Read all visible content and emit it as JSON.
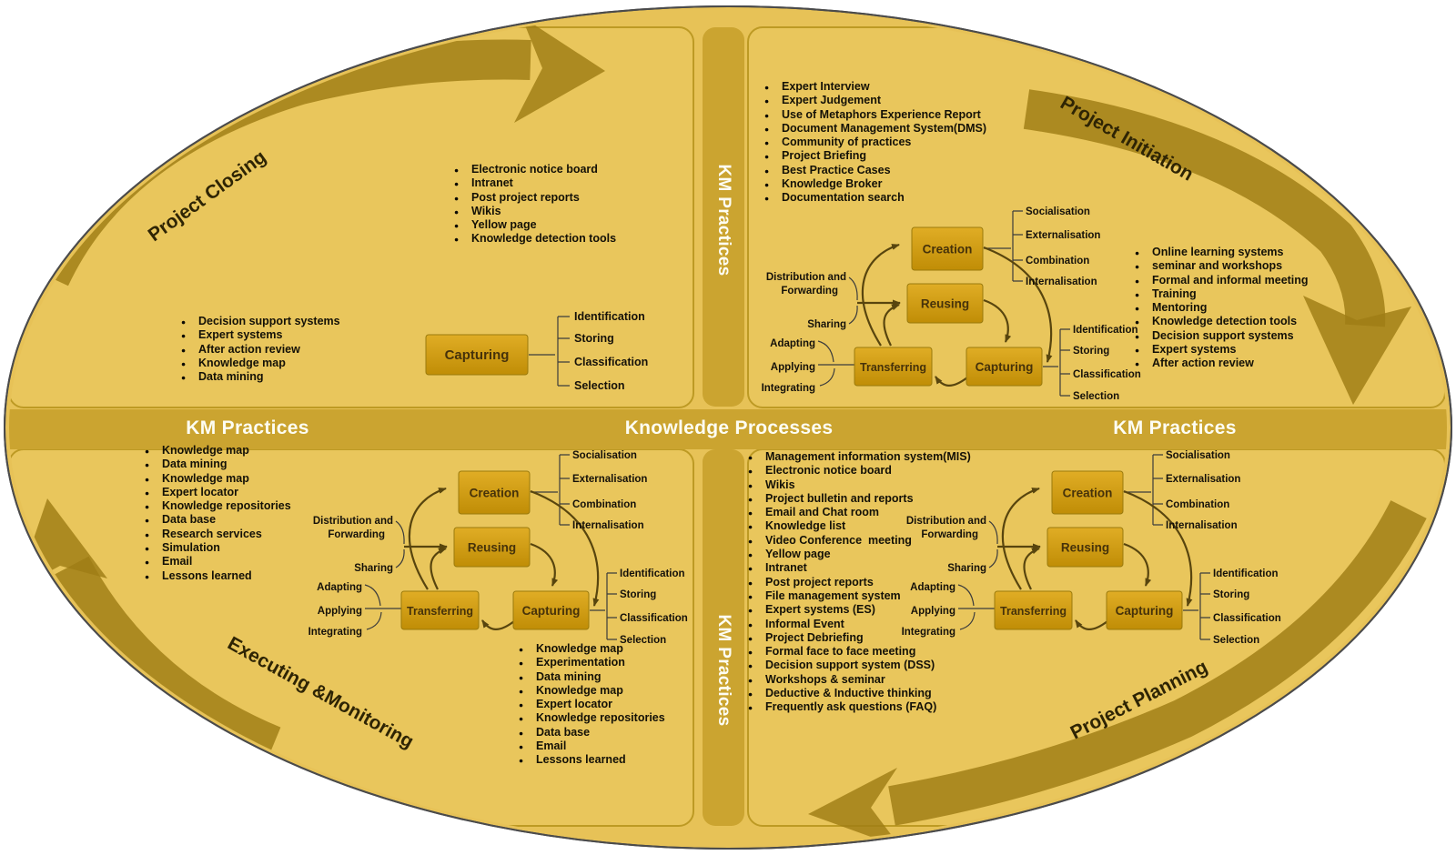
{
  "colors": {
    "ellipse_fill": "#e7c257",
    "panel_fill": "#e9c65c",
    "band_fill": "#cba430",
    "ring_arrow": "#9f7d15",
    "process_box_top": "#e0ad25",
    "process_box_bottom": "#c08d06",
    "band_text": "#fdfdf3",
    "diagram_arrow": "#58450e"
  },
  "ring_labels": {
    "top_left": "Project Closing",
    "top_right": "Project Initiation",
    "bottom_left": "Executing &Monitoring",
    "bottom_right": "Project Planning"
  },
  "bands": {
    "left": "KM Practices",
    "center": "Knowledge Processes",
    "right": "KM Practices",
    "vertical_top": "KM Practices",
    "vertical_bottom": "KM Practices"
  },
  "cycle": {
    "boxes": {
      "creation": "Creation",
      "reusing": "Reusing",
      "transferring": "Transferring",
      "capturing": "Capturing"
    },
    "creation_branches": [
      "Socialisation",
      "Externalisation",
      "Combination",
      "Internalisation"
    ],
    "capturing_branches": [
      "Identification",
      "Storing",
      "Classification",
      "Selection"
    ],
    "distribution_label_line1": "Distribution and",
    "distribution_label_line2": "Forwarding",
    "sharing_label": "Sharing",
    "transfer_labels": [
      "Adapting",
      "Applying",
      "Integrating"
    ]
  },
  "quadrants": {
    "top_left": {
      "board_list": [
        "Electronic notice board",
        "Intranet",
        "Post project reports",
        "Wikis",
        "Yellow page",
        "Knowledge detection tools"
      ],
      "tools_list": [
        "Decision support systems",
        "Expert systems",
        "After action review",
        "Knowledge map",
        "Data mining"
      ],
      "capturing": {
        "label": "Capturing",
        "branches": [
          "Identification",
          "Storing",
          "Classification",
          "Selection"
        ]
      }
    },
    "top_right": {
      "practices_list": [
        "Expert Interview",
        "Expert Judgement",
        "Use of Metaphors Experience Report",
        "Document Management System(DMS)",
        "Community of practices",
        "Project Briefing",
        "Best Practice Cases",
        "Knowledge Broker",
        "Documentation search"
      ],
      "right_list": [
        "Online learning systems",
        "seminar and workshops",
        "Formal and informal meeting",
        "Training",
        "Mentoring",
        "Knowledge detection tools",
        "Decision support systems",
        "Expert systems",
        "After action review"
      ]
    },
    "bottom_left": {
      "left_list": [
        "Knowledge map",
        "Data mining",
        "Knowledge map",
        "Expert locator",
        "Knowledge repositories",
        "Data base",
        "Research services",
        "Simulation",
        "Email",
        "Lessons learned"
      ],
      "bottom_list": [
        "Knowledge map",
        "Experimentation",
        "Data mining",
        "Knowledge map",
        "Expert locator",
        "Knowledge repositories",
        "Data base",
        "Email",
        "Lessons learned"
      ]
    },
    "bottom_right": {
      "practices_list": [
        "Management information system(MIS)",
        "Electronic notice board",
        "Wikis",
        "Project bulletin and reports",
        "Email and Chat room",
        "Knowledge list",
        "Video Conference  meeting",
        "Yellow page",
        "Intranet",
        "Post project reports",
        "File management system",
        "Expert systems (ES)",
        "Informal Event",
        "Project Debriefing",
        "Formal face to face meeting",
        "Decision support system (DSS)",
        "Workshops & seminar",
        "Deductive & Inductive thinking",
        "Frequently ask questions (FAQ)"
      ]
    }
  }
}
